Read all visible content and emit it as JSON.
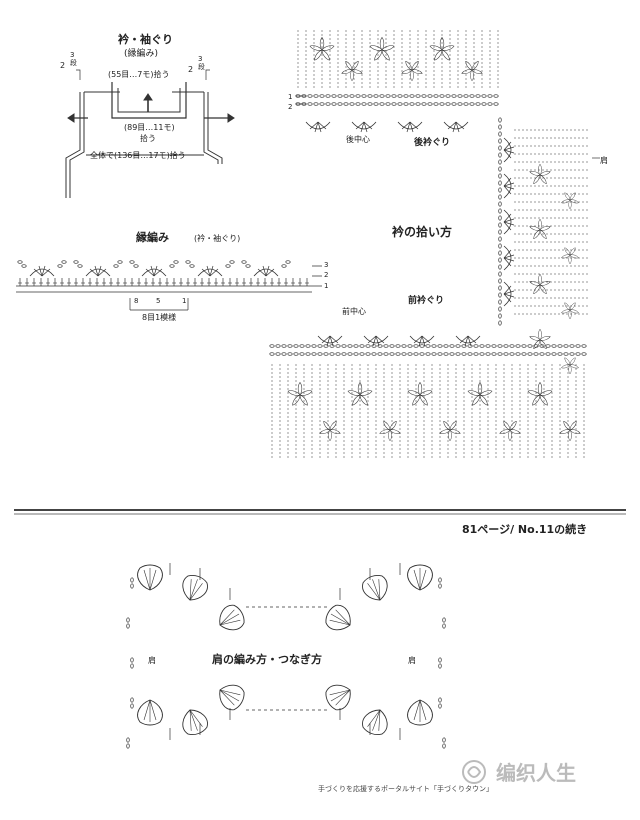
{
  "collar_schematic": {
    "title": "衿・袖ぐり",
    "subtitle": "(縁編み)",
    "left_rows": "2",
    "left_rows_stacked": "3段",
    "right_rows": "2",
    "right_rows_stacked": "3段",
    "pickup_top": "(55目…7モ)拾う",
    "pickup_bottom_line1": "(89目…11モ)",
    "pickup_bottom_line2": "拾う",
    "pickup_total": "全体で(136目…17モ)拾う"
  },
  "edging": {
    "title": "縁編み",
    "subtitle": "(衿・袖ぐり)",
    "row_numbers": [
      "3",
      "2",
      "1"
    ],
    "repeat_counts": [
      "8",
      "5",
      "1"
    ],
    "repeat_label": "8目1模様"
  },
  "collar_diagram": {
    "title": "衿の拾い方",
    "back_center": "後中心",
    "back_collar": "後衿ぐり",
    "front_center": "前中心",
    "front_collar": "前衿ぐり",
    "shoulder_marker": "肩",
    "row_numbers": [
      "1",
      "2"
    ]
  },
  "continuation": {
    "text": "81ページ/ No.11の続き"
  },
  "shoulder_section": {
    "title": "肩の編み方・つなぎ方",
    "left_label": "肩",
    "right_label": "肩"
  },
  "footer": {
    "text": "手づくりを応援するポータルサイト「手づくりタウン」",
    "watermark": "编织人生"
  }
}
